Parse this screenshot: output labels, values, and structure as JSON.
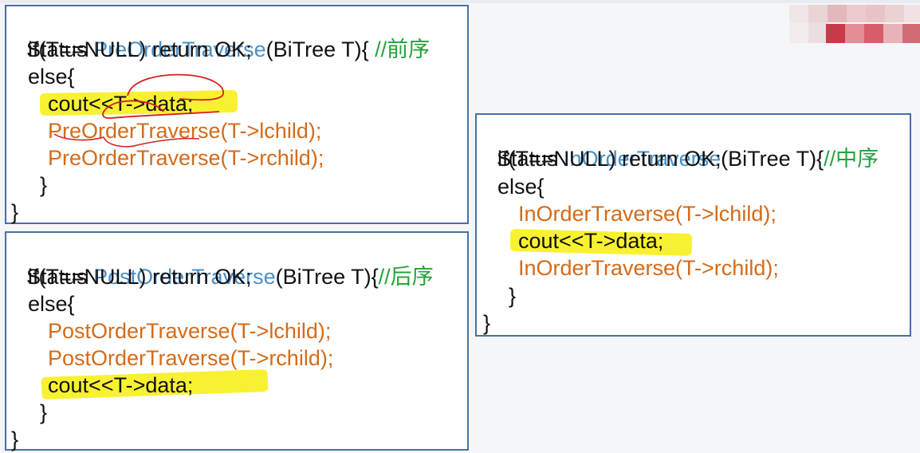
{
  "panels": {
    "preorder": {
      "l1_a": "Status ",
      "l1_fn": "PreOrderTraverse",
      "l1_b": "(BiTree T){ ",
      "l1_comment": "//前序",
      "l2": "if(T==NULL) return OK;",
      "l3": "else{",
      "l4": "cout<<T->data;",
      "l5": "PreOrderTraverse(T->lchild);",
      "l6": "PreOrderTraverse(T->rchild);",
      "l7": "}",
      "l8": "}"
    },
    "postorder": {
      "l1_a": "Status ",
      "l1_fn": "PostOrderTraverse",
      "l1_b": "(BiTree T){",
      "l1_comment": "//后序",
      "l2": "if(T==NULL) return OK;",
      "l3": "else{",
      "l4": "PostOrderTraverse(T->lchild);",
      "l5": "PostOrderTraverse(T->rchild);",
      "l6": "cout<<T->data;",
      "l7": "}",
      "l8": "}"
    },
    "inorder": {
      "l1_a": "Status ",
      "l1_fn": "InOrderTraverse",
      "l1_b": "(BiTree T){",
      "l1_comment": "//中序",
      "l2": "if(T==NULL) return OK;",
      "l3": "else{",
      "l4": "InOrderTraverse(T->lchild);",
      "l5": "cout<<T->data;",
      "l6": "InOrderTraverse(T->rchild);",
      "l7": "}",
      "l8": "}"
    }
  },
  "colors": {
    "border": "#4a6fa5",
    "function_name": "#4a90c8",
    "recursive_call": "#d46b1a",
    "comment": "#22a33a",
    "highlight": "#f7f01b",
    "annotation_ink": "#d42020"
  }
}
